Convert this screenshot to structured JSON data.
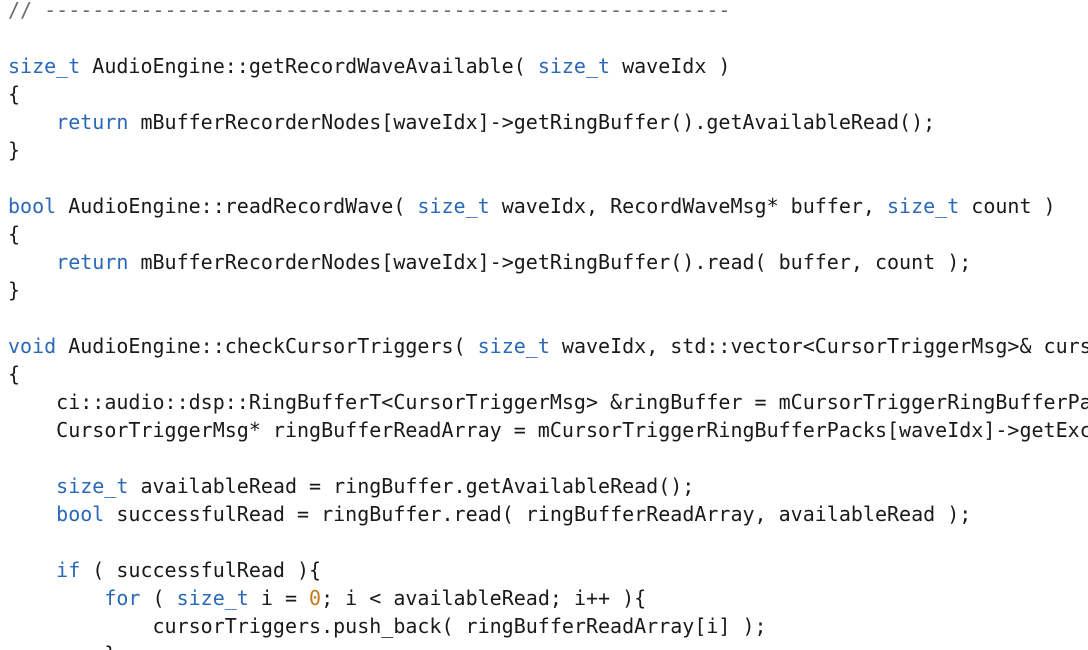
{
  "colors": {
    "background": "#ffffff",
    "text": "#1a1a1a",
    "keyword": "#2a68b8",
    "comment": "#6b6b6b",
    "number": "#c07a1c"
  },
  "code": {
    "lines": [
      [
        {
          "t": "// ---------------------------------------------------------",
          "k": "comment"
        }
      ],
      [],
      [
        {
          "t": "size_t",
          "k": "kw"
        },
        {
          "t": " AudioEngine::getRecordWaveAvailable( ",
          "k": "text"
        },
        {
          "t": "size_t",
          "k": "kw"
        },
        {
          "t": " waveIdx )",
          "k": "text"
        }
      ],
      [
        {
          "t": "{",
          "k": "text"
        }
      ],
      [
        {
          "t": "    ",
          "k": "text"
        },
        {
          "t": "return",
          "k": "kw"
        },
        {
          "t": " mBufferRecorderNodes[waveIdx]->getRingBuffer().getAvailableRead();",
          "k": "text"
        }
      ],
      [
        {
          "t": "}",
          "k": "text"
        }
      ],
      [],
      [
        {
          "t": "bool",
          "k": "kw"
        },
        {
          "t": " AudioEngine::readRecordWave( ",
          "k": "text"
        },
        {
          "t": "size_t",
          "k": "kw"
        },
        {
          "t": " waveIdx, RecordWaveMsg* buffer, ",
          "k": "text"
        },
        {
          "t": "size_t",
          "k": "kw"
        },
        {
          "t": " count )",
          "k": "text"
        }
      ],
      [
        {
          "t": "{",
          "k": "text"
        }
      ],
      [
        {
          "t": "    ",
          "k": "text"
        },
        {
          "t": "return",
          "k": "kw"
        },
        {
          "t": " mBufferRecorderNodes[waveIdx]->getRingBuffer().read( buffer, count );",
          "k": "text"
        }
      ],
      [
        {
          "t": "}",
          "k": "text"
        }
      ],
      [],
      [
        {
          "t": "void",
          "k": "kw"
        },
        {
          "t": " AudioEngine::checkCursorTriggers( ",
          "k": "text"
        },
        {
          "t": "size_t",
          "k": "kw"
        },
        {
          "t": " waveIdx, std::vector<CursorTriggerMsg>& curs",
          "k": "text"
        }
      ],
      [
        {
          "t": "{",
          "k": "text"
        }
      ],
      [
        {
          "t": "    ci::audio::dsp::RingBufferT<CursorTriggerMsg> &ringBuffer = mCursorTriggerRingBufferPa",
          "k": "text"
        }
      ],
      [
        {
          "t": "    CursorTriggerMsg* ringBufferReadArray = mCursorTriggerRingBufferPacks[waveIdx]->getExc",
          "k": "text"
        }
      ],
      [],
      [
        {
          "t": "    ",
          "k": "text"
        },
        {
          "t": "size_t",
          "k": "kw"
        },
        {
          "t": " availableRead = ringBuffer.getAvailableRead();",
          "k": "text"
        }
      ],
      [
        {
          "t": "    ",
          "k": "text"
        },
        {
          "t": "bool",
          "k": "kw"
        },
        {
          "t": " successfulRead = ringBuffer.read( ringBufferReadArray, availableRead );",
          "k": "text"
        }
      ],
      [],
      [
        {
          "t": "    ",
          "k": "text"
        },
        {
          "t": "if",
          "k": "kw"
        },
        {
          "t": " ( successfulRead ){",
          "k": "text"
        }
      ],
      [
        {
          "t": "        ",
          "k": "text"
        },
        {
          "t": "for",
          "k": "kw"
        },
        {
          "t": " ( ",
          "k": "text"
        },
        {
          "t": "size_t",
          "k": "kw"
        },
        {
          "t": " i = ",
          "k": "text"
        },
        {
          "t": "0",
          "k": "num"
        },
        {
          "t": "; i < availableRead; i++ ){",
          "k": "text"
        }
      ],
      [
        {
          "t": "            cursorTriggers.push_back( ringBufferReadArray[i] );",
          "k": "text"
        }
      ],
      [
        {
          "t": "        }",
          "k": "text"
        }
      ]
    ]
  }
}
